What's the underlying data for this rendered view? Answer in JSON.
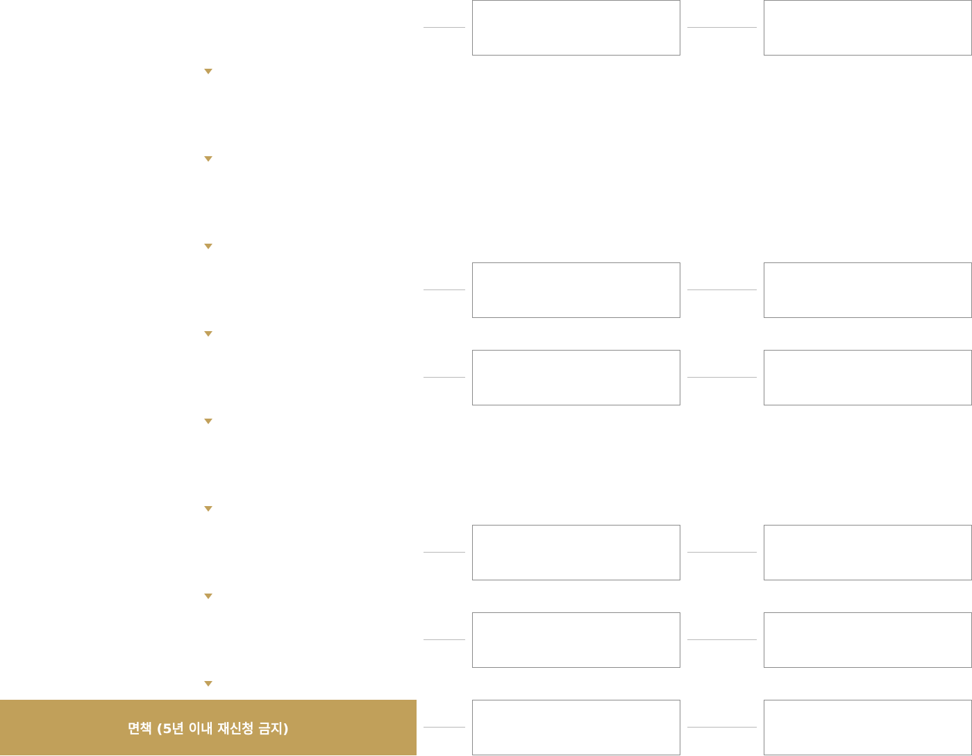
{
  "colors": {
    "accent": "#c1a05a",
    "box_border": "#8a8a8a",
    "connector": "#b8b8b8"
  },
  "final_step": {
    "label": "면책 (5년 이내 재신청 금지)"
  },
  "flow": {
    "arrow_count": 8,
    "side_branch_rows": 6,
    "side_boxes_per_row": 2
  }
}
